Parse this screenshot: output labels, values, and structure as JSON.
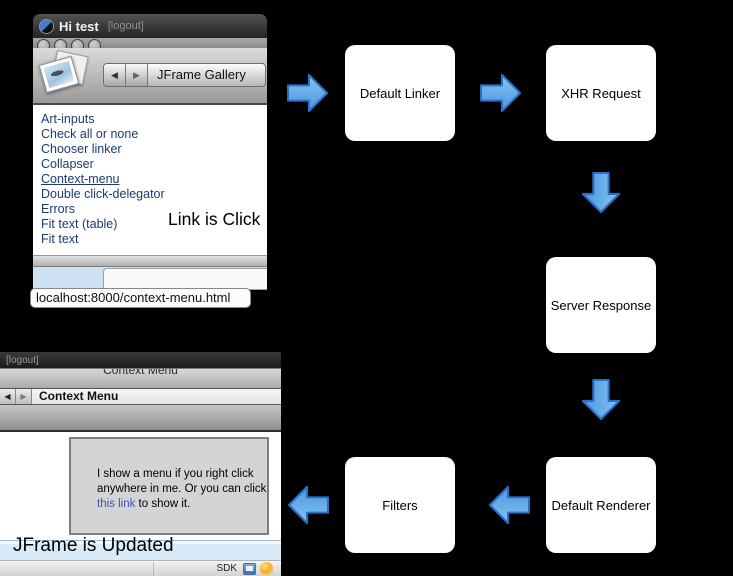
{
  "scene": {
    "background": "#000000",
    "arrow_fill_top": "#85c4f3",
    "arrow_fill_bottom": "#4a95e0",
    "arrow_stroke": "#2a70c8",
    "link_color": "#1e3a70",
    "status_blue": "#d9eaf8"
  },
  "browser_top": {
    "title": "Hi test",
    "logout_label": "[logout]",
    "nav_back_glyph": "◀",
    "nav_forward_glyph": "▶",
    "nav_title": "JFrame Gallery",
    "links": [
      "Art-inputs",
      "Check all or none",
      "Chooser linker",
      "Collapser",
      "Context-menu",
      "Double click-delegator",
      "Errors",
      "Fit text (table)",
      "Fit text"
    ],
    "active_link": "Context-menu",
    "annotation": "Link is Click",
    "url_tooltip": "localhost:8000/context-menu.html"
  },
  "flow": {
    "boxes": [
      {
        "label": "Default Linker"
      },
      {
        "label": "XHR Request"
      },
      {
        "label": "Server Response"
      },
      {
        "label": "Default Renderer"
      },
      {
        "label": "Filters"
      }
    ]
  },
  "browser_bottom": {
    "logout_label": "[logout]",
    "window_title": "Context Menu",
    "nav_back_glyph": "◀",
    "nav_forward_glyph": "▶",
    "nav_title": "Context Menu",
    "menu_text_line1": "I show a menu if you right click",
    "menu_text_line2": "anywhere in me. Or you can click",
    "menu_text_link": "this link",
    "menu_text_line3_rest": " to show it.",
    "annotation": "JFrame is Updated",
    "taskbar_label": "SDK"
  }
}
